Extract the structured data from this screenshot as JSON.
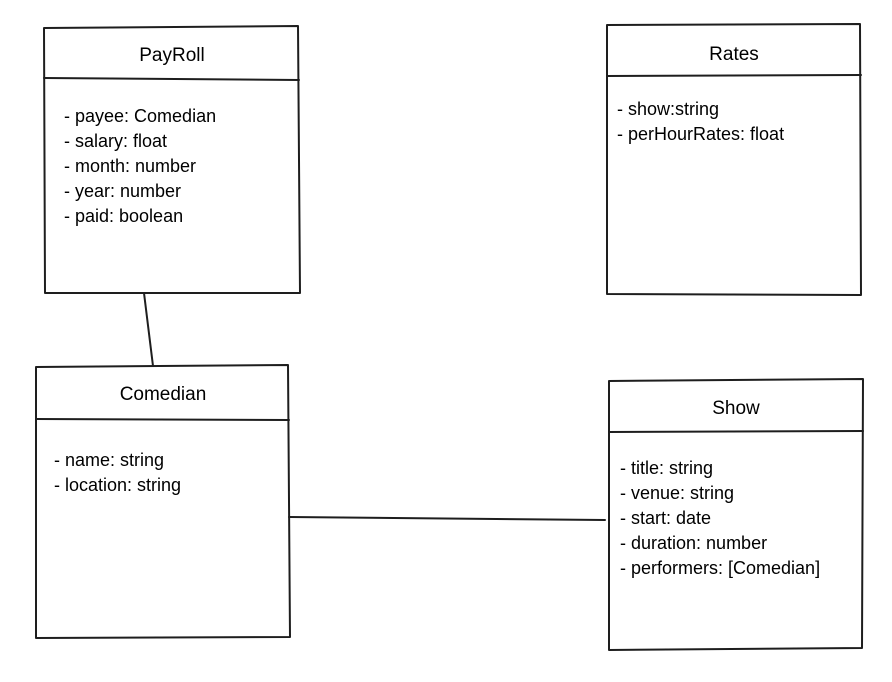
{
  "classes": {
    "payroll": {
      "name": "PayRoll",
      "attributes": [
        "- payee: Comedian",
        "- salary: float",
        "- month: number",
        "- year: number",
        "- paid: boolean"
      ]
    },
    "rates": {
      "name": "Rates",
      "attributes": [
        "- show:string",
        "- perHourRates: float"
      ]
    },
    "comedian": {
      "name": "Comedian",
      "attributes": [
        "- name: string",
        "- location: string"
      ]
    },
    "show": {
      "name": "Show",
      "attributes": [
        "- title: string",
        "- venue: string",
        "- start: date",
        "- duration: number",
        "- performers: [Comedian]"
      ]
    }
  },
  "associations": [
    {
      "from": "PayRoll",
      "to": "Comedian"
    },
    {
      "from": "Comedian",
      "to": "Show"
    }
  ],
  "colors": {
    "stroke": "#1e1e1e",
    "background": "#ffffff",
    "text": "#000000"
  }
}
